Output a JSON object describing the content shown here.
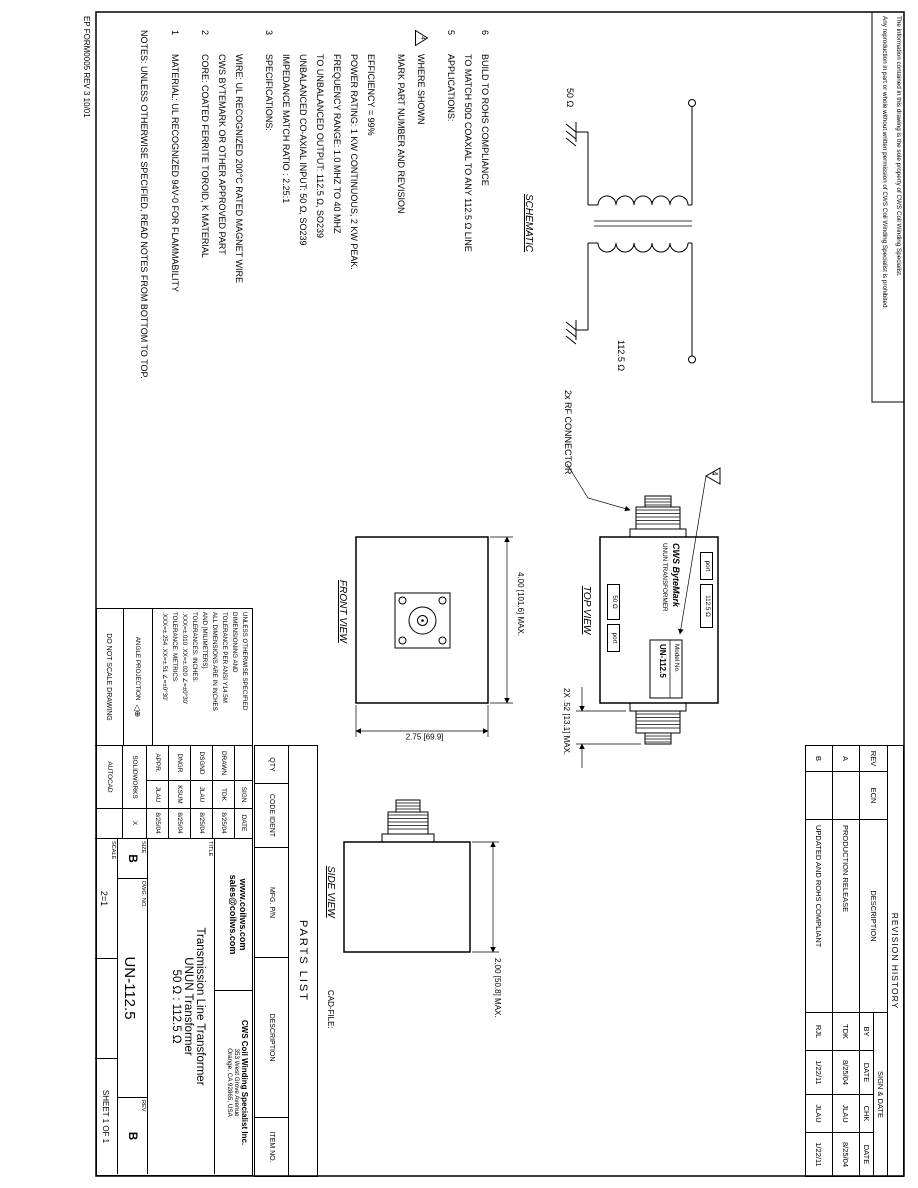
{
  "sheet": {
    "form_note": "EP FORM0005 REV 3 10/01",
    "cad_file_label": "CAD-FILE:",
    "disclaimer_line1": "The information contained in this drawing is the sole property of CWS Coil Winding Specialist.",
    "disclaimer_line2": "Any reproduction in part or whole without written permission of CWS Coil Winding Specialist is prohibited."
  },
  "revision_history": {
    "title": "REVISION HISTORY",
    "col_rev": "REV",
    "col_ecn": "ECN",
    "col_description": "DESCRIPTION",
    "col_sign_date": "SIGN & DATE",
    "col_by": "BY",
    "col_date": "DATE",
    "col_chk": "CHK",
    "col_date2": "DATE",
    "rows": [
      {
        "rev": "A",
        "ecn": "",
        "description": "PRODUCTION RELEASE",
        "by": "TDK",
        "by_date": "8/25/04",
        "chk": "JLAU",
        "chk_date": "8/25/04"
      },
      {
        "rev": "B",
        "ecn": "",
        "description": "UPDATED AND ROHS COMPLIANT",
        "by": "RJL",
        "by_date": "1/22/11",
        "chk": "JLAU",
        "chk_date": "1/22/11"
      }
    ]
  },
  "notes": {
    "lines": [
      {
        "num": "6",
        "text": "BUILD TO ROHS COMPLIANCE"
      },
      {
        "num": "",
        "text": "TO MATCH 50Ω COAXIAL TO ANY 112.5 Ω LINE"
      },
      {
        "num": "5",
        "text": "APPLICATIONS:"
      },
      {
        "num": "4",
        "text": "WHERE SHOWN",
        "flag": true
      },
      {
        "num": "",
        "text": "MARK PART NUMBER AND REVISION"
      },
      {
        "num": "",
        "text": "EFFICIENCY = 99%"
      },
      {
        "num": "",
        "text": "POWER RATING: 1 KW CONTINUOUS, 2 KW PEAK."
      },
      {
        "num": "",
        "text": "FREQUENCY RANGE: 1.0 MHZ TO 40 MHZ"
      },
      {
        "num": "",
        "text": "TO UNBALANCED OUTPUT: 112.5 Ω, SO239"
      },
      {
        "num": "",
        "text": "UNBALANCED CO-AXIAL INPUT: 50 Ω, SO239"
      },
      {
        "num": "",
        "text": "IMPEDANCE MATCH RATIO : 2.25:1"
      },
      {
        "num": "3",
        "text": "SPECIFICATIONS:"
      },
      {
        "num": "",
        "text": "WIRE: UL RECOGNIZED 200°C RATED MAGNET WIRE"
      },
      {
        "num": "",
        "text": "CWS BYTEMARK OR OTHER APPROVED PART"
      },
      {
        "num": "2",
        "text": "CORE: COATED FERRITE TOROID, K MATERIAL"
      },
      {
        "num": "1",
        "text": "MATERIAL: UL RECOGNIZED 94V-0 FOR FLAMMABILITY"
      }
    ],
    "footer": "NOTES: UNLESS OTHERWISE SPECIFIED, READ NOTES FROM BOTTOM TO TOP."
  },
  "schematic": {
    "label": "SCHEMATIC",
    "input_impedance": "50 Ω",
    "output_impedance": "112.5 Ω"
  },
  "views": {
    "top": {
      "label": "TOP VIEW",
      "connector_callout": "2x RF CONNECTOR",
      "flag_number": "4",
      "dim_connector": "2X .52 [13.1] MAX.",
      "brand": "CWS ByteMark",
      "device_line": "UNUN TRANSFORMER",
      "model_label": "Model No.",
      "model_number": "UN-112.5",
      "port_a_word": "port",
      "port_a": "112.5 Ω",
      "port_b": "50 Ω",
      "port_b_word": "port"
    },
    "front": {
      "label": "FRONT VIEW",
      "dim_width": "4.00 [101.6] MAX.",
      "dim_height": "2.75 [69.9]"
    },
    "side": {
      "label": "SIDE VIEW",
      "dim_width": "2.00 [50.8] MAX."
    }
  },
  "parts_list": {
    "title": "PARTS LIST",
    "col_qty": "QTY",
    "col_code": "CODE IDENT",
    "col_mfg": "MFG. P/N",
    "col_desc": "DESCRIPTION",
    "col_item": "ITEM NO."
  },
  "title_block": {
    "tolerance_lines": [
      "UNLESS OTHERWISE SPECIFIED",
      "DIMENSIONING AND",
      "TOLERANCE PER ANSI Y14.5M",
      "ALL DIMENSIONS ARE IN INCHES",
      "AND [MILIMETERS].",
      "TOLERANCES: INCHES:",
      ".XXX=±.010  .XX=±.020  ∠=±0°30'",
      "TOLERANCE: METRICS:",
      ".XXX=±.254  .XX=±.51  ∠=±0°30'"
    ],
    "angle_projection_label": "ANGLE PROJECTION",
    "angle_projection_symbol": "◁⊕",
    "do_not_scale": "DO NOT SCALE DRAWING",
    "sign_header": "SIGN",
    "date_header": "DATE",
    "approvals": [
      {
        "role": "DRAWN",
        "sign": "TDK",
        "date": "8/25/04"
      },
      {
        "role": "DSGND",
        "sign": "JLAU",
        "date": "8/25/04"
      },
      {
        "role": "DNGR",
        "sign": "KSUM",
        "date": "8/25/04"
      },
      {
        "role": "APPR.",
        "sign": "JLAU",
        "date": "8/25/04"
      }
    ],
    "cad_solidworks": "SOLIDWORKS",
    "cad_solidworks_mark": "X",
    "cad_autocad": "AUTOCAD",
    "cad_autocad_mark": "",
    "website": "www.coilws.com",
    "email": "sales@coilws.com",
    "company_name": "CWS Coil Winding Specialist Inc.",
    "address_line1": "353 West Grove Avenue",
    "address_line2": "Orange, CA 92865, USA",
    "title_label": "TITLE",
    "title_line1": "Transmission Line Transformer",
    "title_line2": "UNUN Transformer",
    "title_line3": "50 Ω : 112.5 Ω",
    "size_label": "SIZE",
    "size_value": "B",
    "dwg_label": "DWG. NO.",
    "dwg_number": "UN-112.5",
    "rev_label": "REV",
    "rev_value": "B",
    "scale_label": "SCALE",
    "scale_value": "2=1",
    "sheet_label": "SHEET 1 OF 1"
  }
}
